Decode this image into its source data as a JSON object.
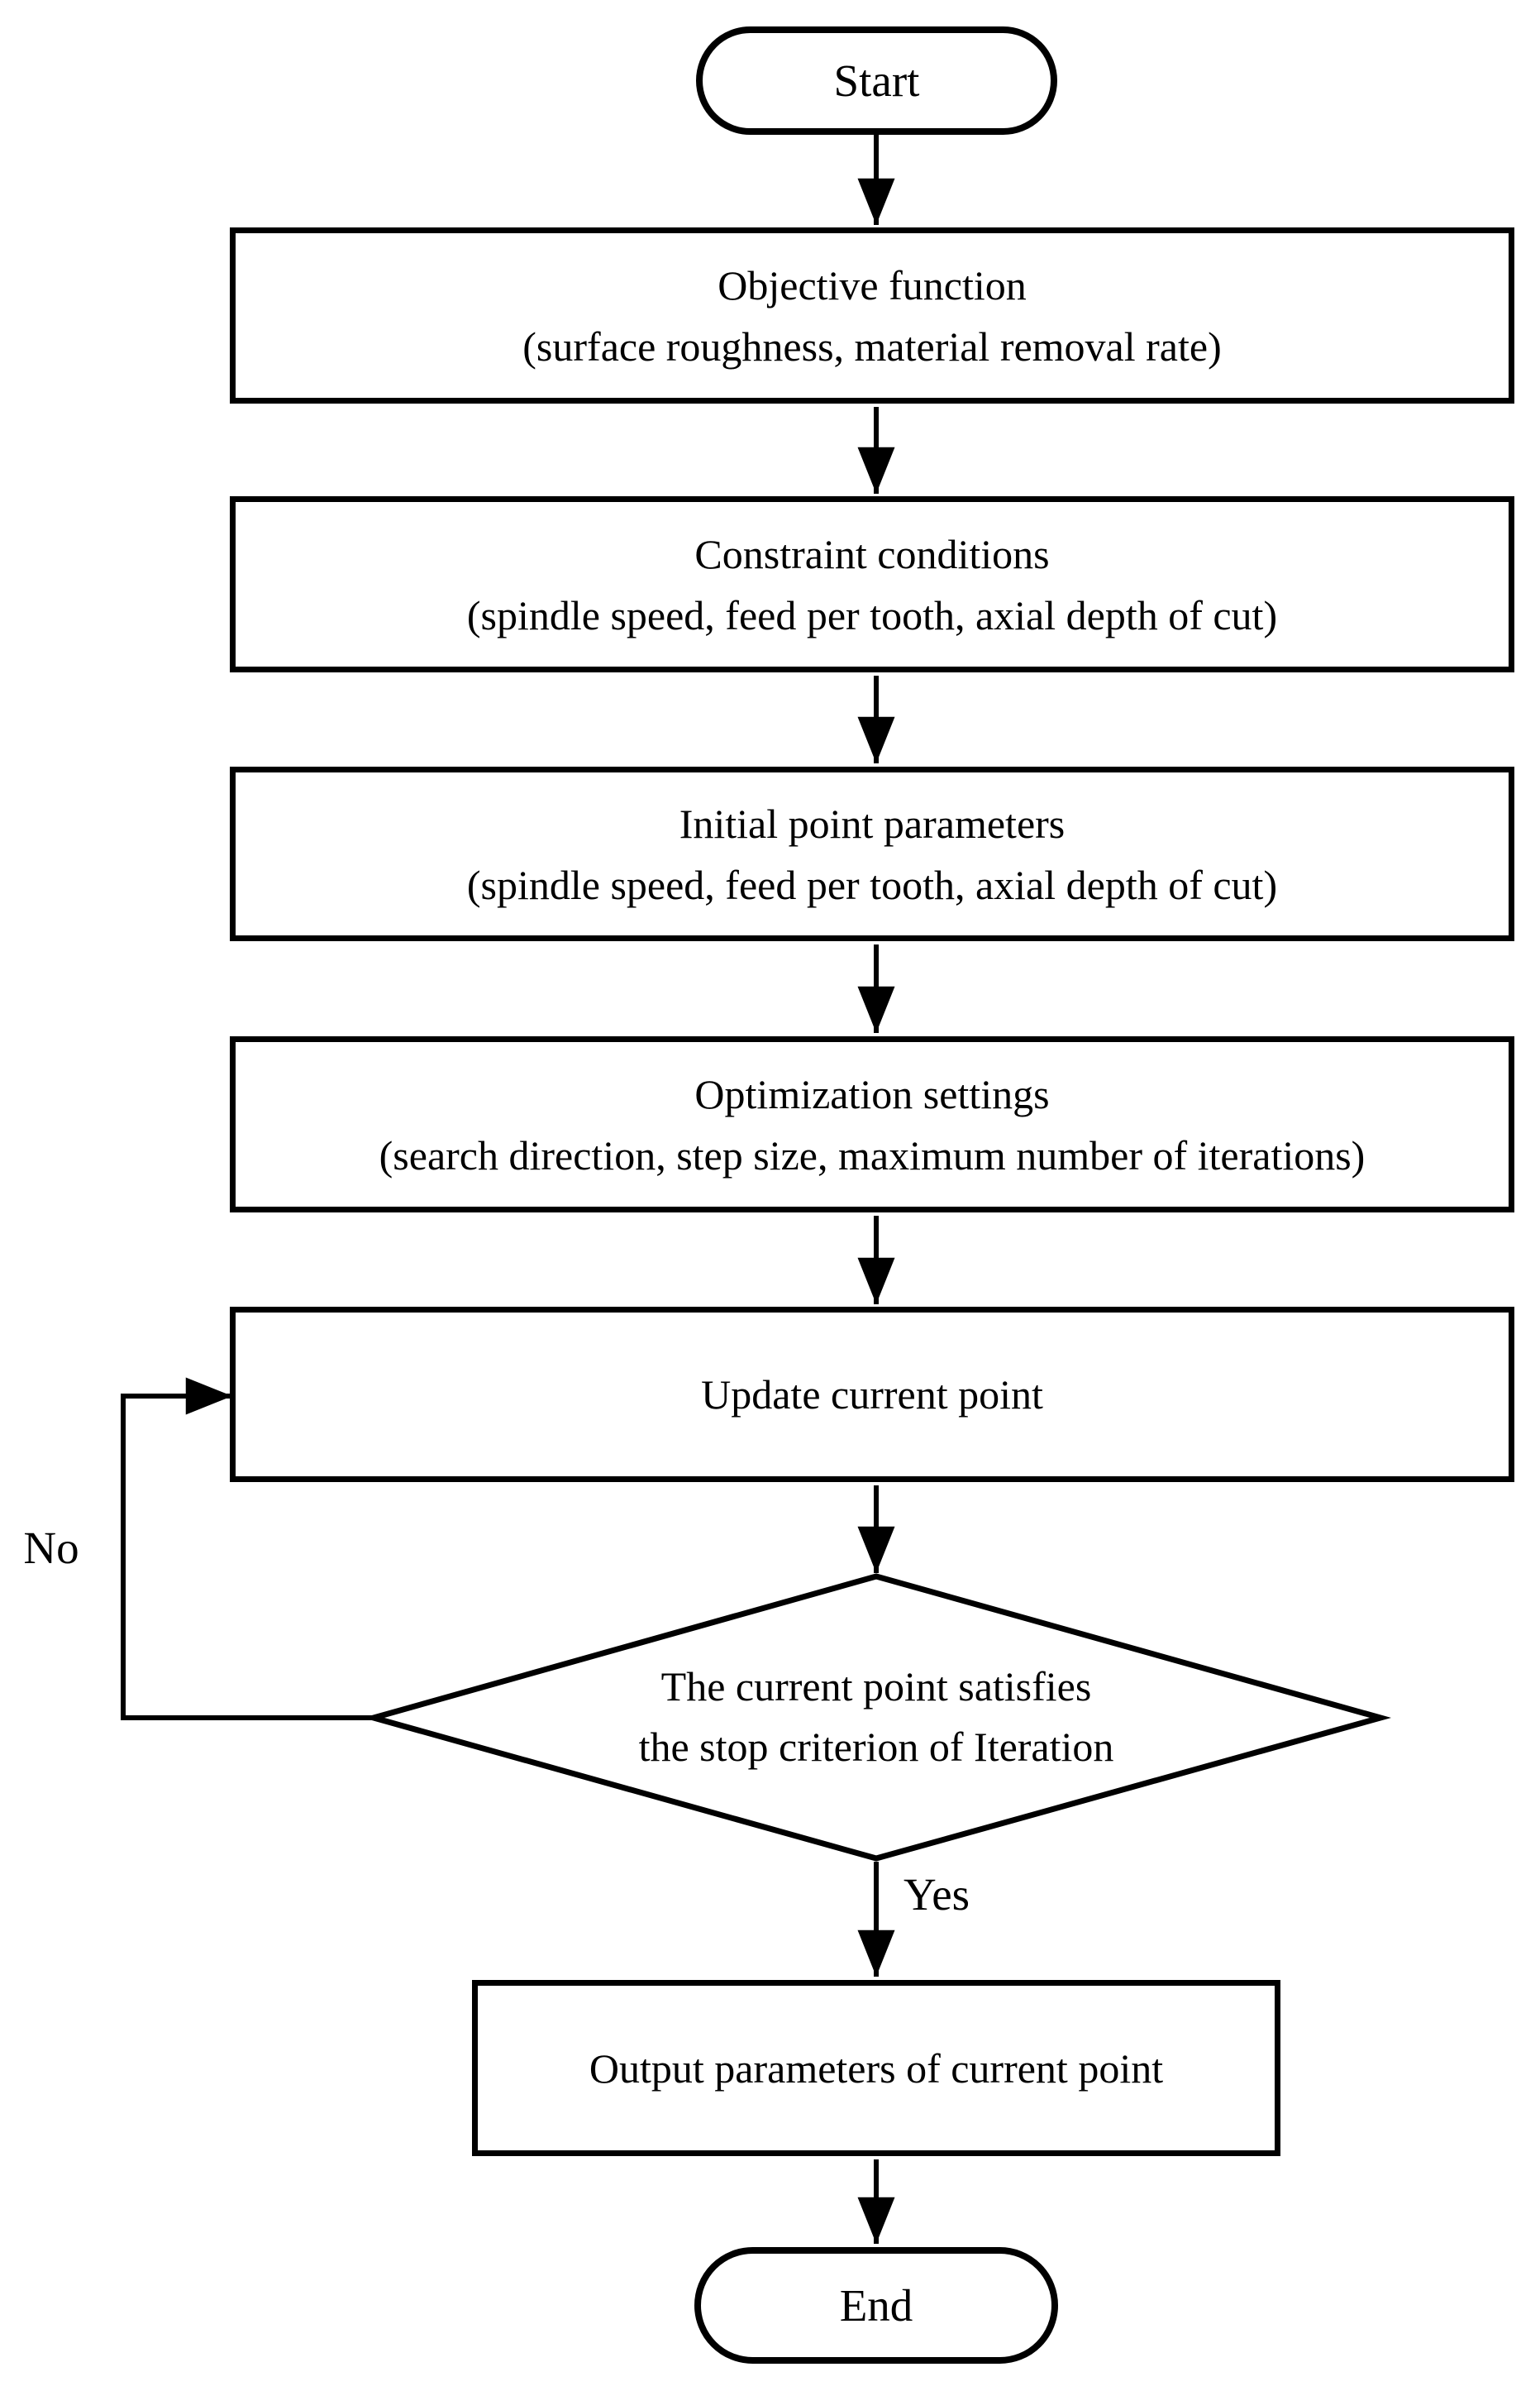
{
  "diagram": {
    "type": "flowchart",
    "nodes": {
      "start": {
        "shape": "terminator",
        "label": "Start"
      },
      "objective_function": {
        "shape": "process",
        "title": "Objective function",
        "subtitle": "(surface roughness, material removal rate)"
      },
      "constraint_conditions": {
        "shape": "process",
        "title": "Constraint conditions",
        "subtitle": "(spindle speed, feed per tooth, axial depth of cut)"
      },
      "initial_point_parameters": {
        "shape": "process",
        "title": "Initial point parameters",
        "subtitle": "(spindle speed, feed per tooth, axial depth of cut)"
      },
      "optimization_settings": {
        "shape": "process",
        "title": "Optimization settings",
        "subtitle": "(search direction, step size, maximum number of iterations)"
      },
      "update_current_point": {
        "shape": "process",
        "label": "Update current point"
      },
      "decision": {
        "shape": "decision",
        "line1": "The current point satisfies",
        "line2": "the stop criterion of Iteration"
      },
      "output_parameters": {
        "shape": "process",
        "label": "Output parameters of current point"
      },
      "end": {
        "shape": "terminator",
        "label": "End"
      }
    },
    "edge_labels": {
      "no": "No",
      "yes": "Yes"
    },
    "colors": {
      "stroke": "#000000",
      "fill": "#ffffff",
      "text": "#000000",
      "background": "#ffffff"
    }
  }
}
